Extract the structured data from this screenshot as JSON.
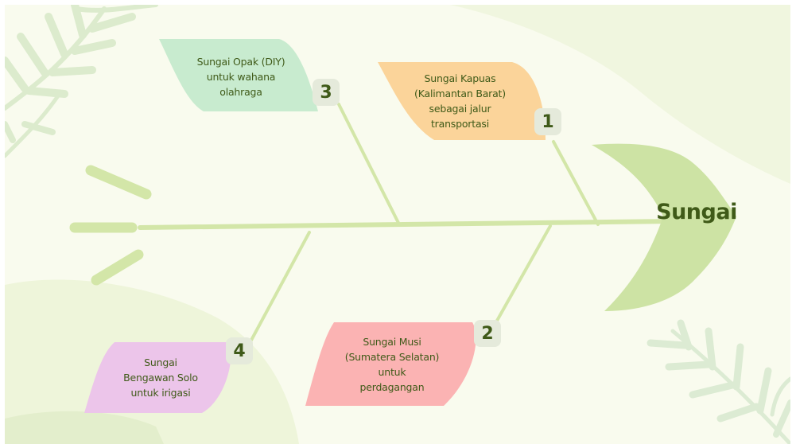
{
  "diagram": {
    "type": "fishbone",
    "head": {
      "label": "Sungai"
    },
    "causes": [
      {
        "number": "3",
        "text": "Sungai Opak (DIY)\nuntuk wahana\nolahraga",
        "color": "#c8ebcf"
      },
      {
        "number": "1",
        "text": "Sungai Kapuas\n(Kalimantan Barat)\nsebagai jalur\ntransportasi",
        "color": "#fbd49a"
      },
      {
        "number": "4",
        "text": "Sungai\nBengawan Solo\nuntuk irigasi",
        "color": "#ecc5ea"
      },
      {
        "number": "2",
        "text": "Sungai Musi\n(Sumatera Selatan)\nuntuk\nperdagangan",
        "color": "#fbb3b3"
      }
    ]
  },
  "colors": {
    "background": "#f9fbee",
    "bone": "#d3e6a8",
    "head_leaf": "#cde3a4",
    "text": "#3f5a18",
    "badge": "#e5eadb"
  }
}
